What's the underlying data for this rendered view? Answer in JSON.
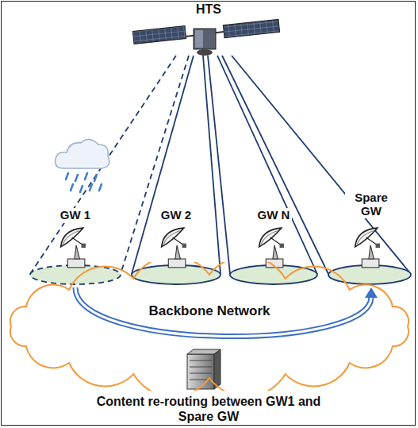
{
  "diagram": {
    "nodes": [
      {
        "text": [
          "GW 1"
        ]
      },
      {
        "text": [
          "GW 2"
        ]
      },
      {
        "text": [
          "GW N"
        ]
      },
      {
        "text": [
          "Spare GW"
        ]
      },
      {
        "text": [
          "Backbone Network"
        ]
      }
    ],
    "edges": [
      {
        "from": 0,
        "to": 3,
        "arrow": "to"
      }
    ],
    "labels": [
      "HTS",
      "Content re-routing between GW1 and Spare GW"
    ]
  }
}
